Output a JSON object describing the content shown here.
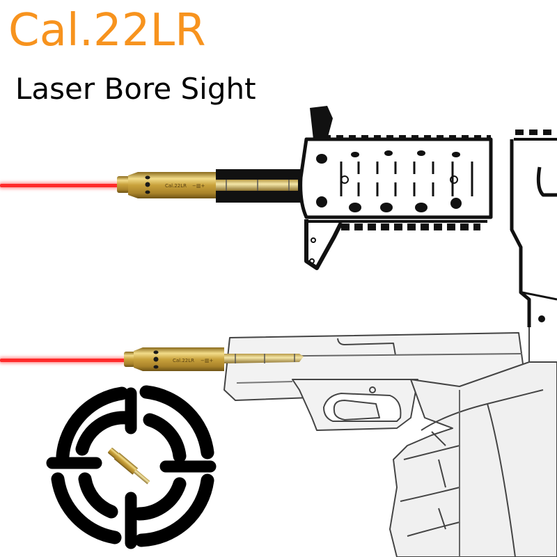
{
  "header": {
    "title": "Cal.22LR",
    "subtitle": "Laser Bore Sight"
  },
  "product": {
    "engraving": "Cal.22LR",
    "adjust_mark": "−▥+",
    "laser_color": "#ff2a2a",
    "brass_color": "#d4b24a"
  },
  "colors": {
    "title": "#F7931E",
    "subtitle": "#000000",
    "line_art": "#111111"
  },
  "illustrations": [
    {
      "name": "rifle",
      "description": "rifle with bore sight inserted, laser beam emitted left"
    },
    {
      "name": "pistol",
      "description": "pistol in hand with bore sight inserted, laser beam emitted left"
    },
    {
      "name": "target",
      "description": "crosshair target logo with cartridge in center"
    }
  ]
}
